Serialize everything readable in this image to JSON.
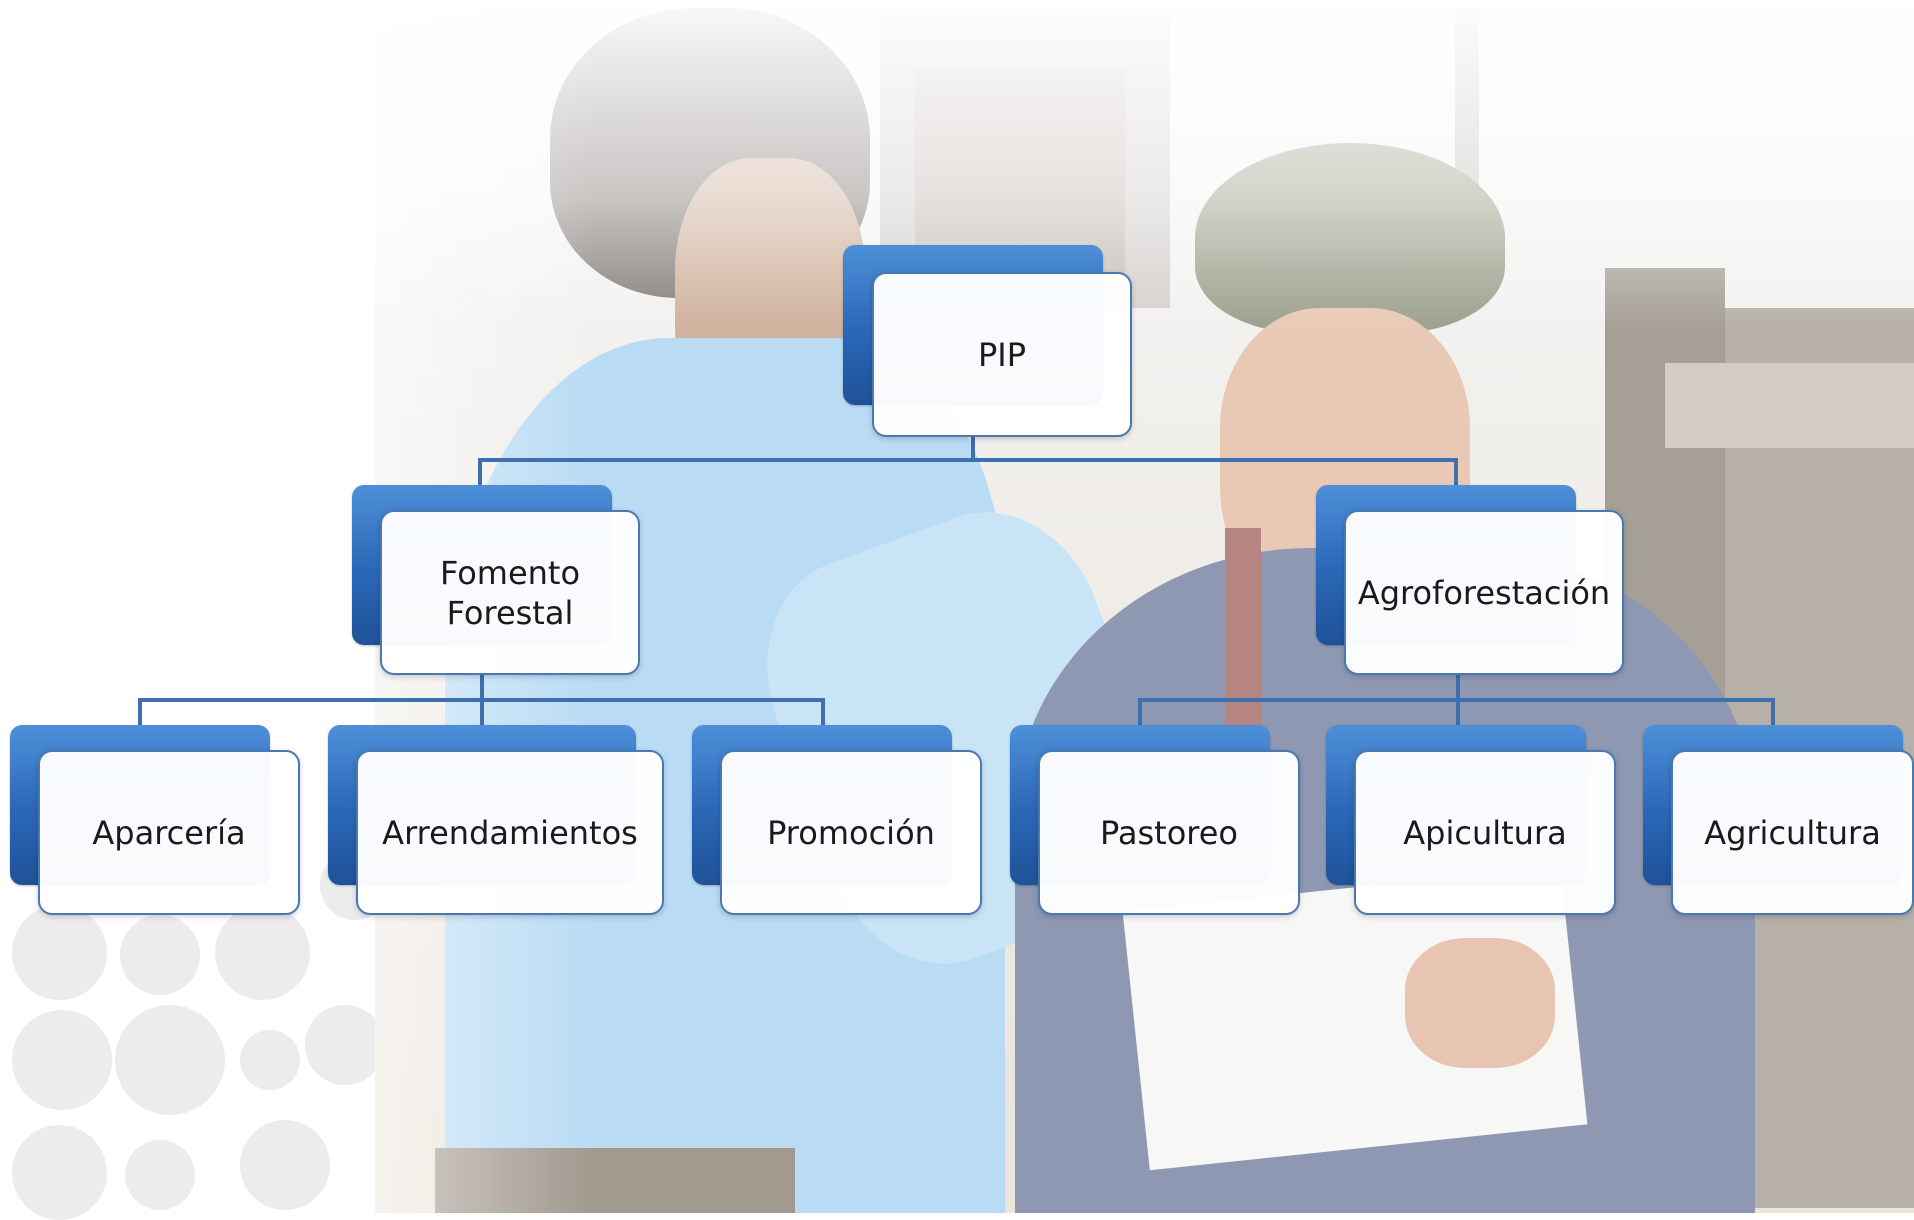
{
  "colors": {
    "box_fill": "#ffffff",
    "box_border": "#4a78b0",
    "box_shadow_front": "#2a67b6",
    "connector": "#3f6fae",
    "decor_circles": "#ececec"
  },
  "org_chart": {
    "root": {
      "label": "PIP"
    },
    "branches": [
      {
        "label": "Fomento Forestal",
        "children": [
          "Aparcería",
          "Arrendamientos",
          "Promoción"
        ]
      },
      {
        "label": "Agroforestación",
        "children": [
          "Pastoreo",
          "Apicultura",
          "Agricultura"
        ]
      }
    ]
  }
}
